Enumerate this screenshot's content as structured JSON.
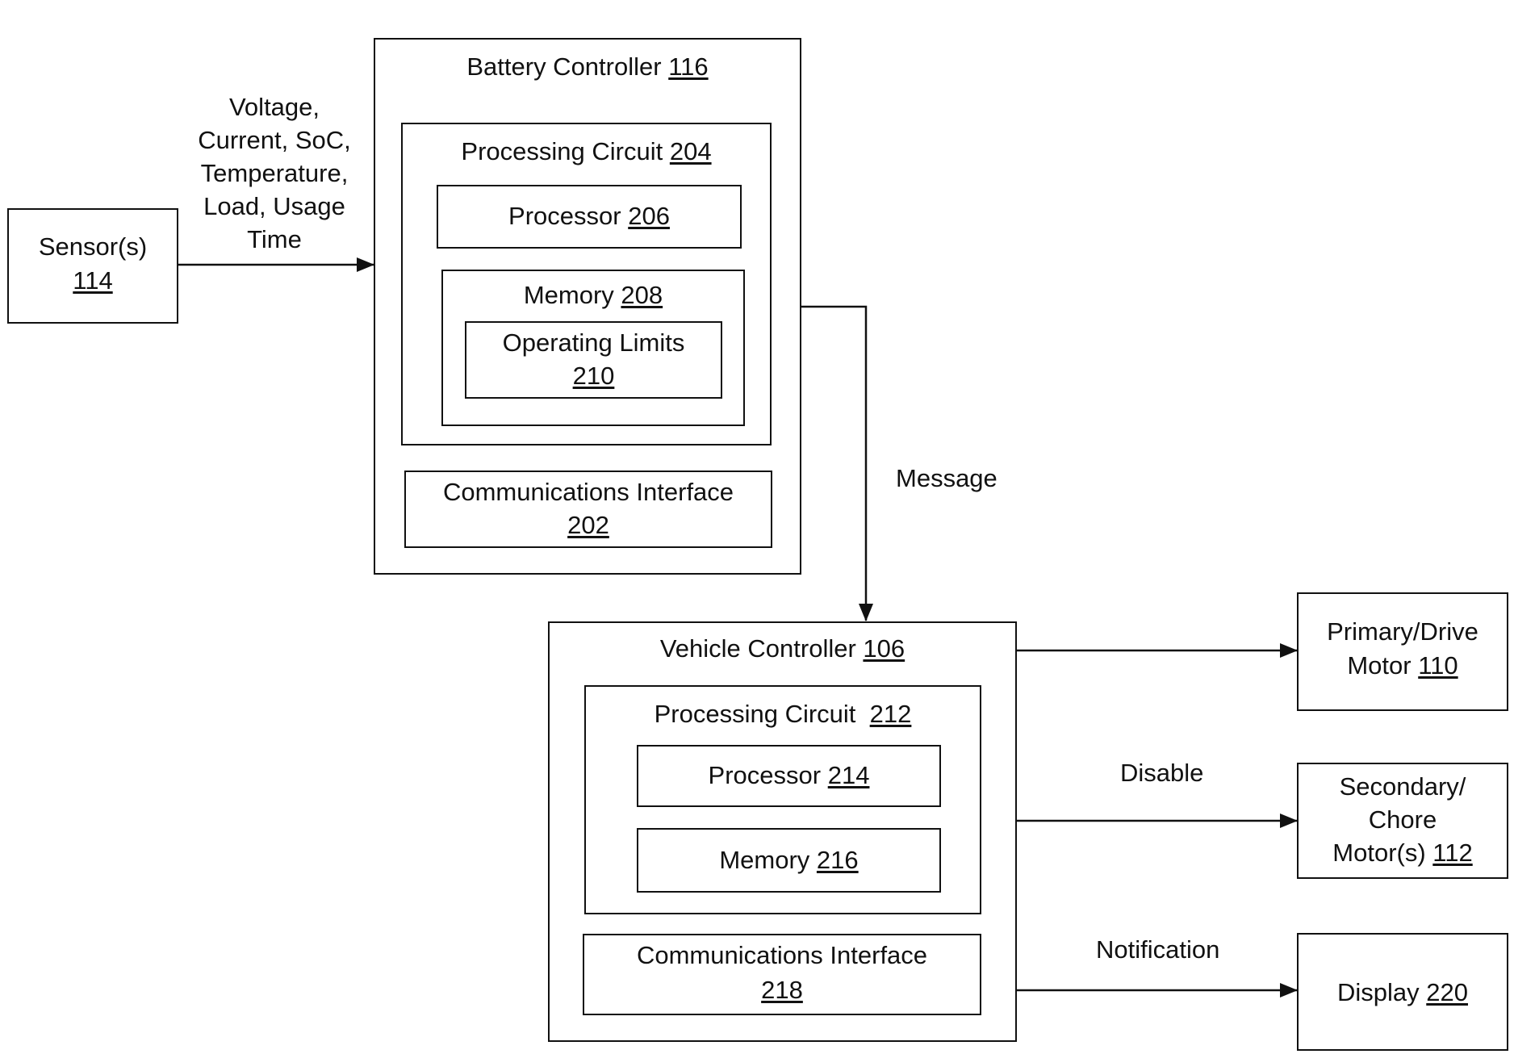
{
  "sensor": {
    "label": "Sensor(s)",
    "ref": "114"
  },
  "sensor_arrow_label": [
    "Voltage,",
    "Current, SoC,",
    "Temperature,",
    "Load, Usage",
    "Time"
  ],
  "battery_controller": {
    "title": "Battery Controller",
    "ref": "116",
    "processing_circuit": {
      "title": "Processing Circuit",
      "ref": "204"
    },
    "processor": {
      "title": "Processor",
      "ref": "206"
    },
    "memory": {
      "title": "Memory",
      "ref": "208"
    },
    "operating_limits": {
      "title": "Operating Limits",
      "ref": "210"
    },
    "communications_interface": {
      "title": "Communications Interface",
      "ref": "202"
    }
  },
  "message_label": "Message",
  "vehicle_controller": {
    "title": "Vehicle Controller",
    "ref": "106",
    "processing_circuit": {
      "title": "Processing Circuit",
      "ref": "212"
    },
    "processor": {
      "title": "Processor",
      "ref": "214"
    },
    "memory": {
      "title": "Memory",
      "ref": "216"
    },
    "communications_interface": {
      "title": "Communications Interface",
      "ref": "218"
    }
  },
  "primary_motor": {
    "line1": "Primary/Drive",
    "line2": "Motor",
    "ref": "110"
  },
  "secondary_motor": {
    "line1": "Secondary/",
    "line2": "Chore",
    "line3": "Motor(s)",
    "ref": "112"
  },
  "display": {
    "title": "Display",
    "ref": "220"
  },
  "disable_label": "Disable",
  "notification_label": "Notification"
}
